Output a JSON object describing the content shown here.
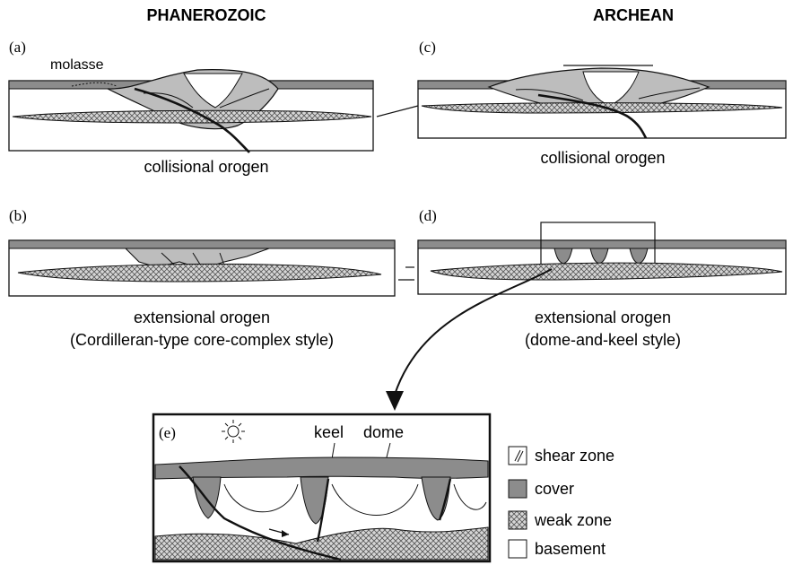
{
  "headers": {
    "left": "PHANEROZOIC",
    "right": "ARCHEAN"
  },
  "panels": {
    "a": {
      "label": "(a)",
      "caption": "collisional orogen",
      "note": "molasse"
    },
    "b": {
      "label": "(b)",
      "caption_line1": "extensional orogen",
      "caption_line2": "(Cordilleran-type core-complex style)"
    },
    "c": {
      "label": "(c)",
      "caption": "collisional orogen"
    },
    "d": {
      "label": "(d)",
      "caption_line1": "extensional orogen",
      "caption_line2": "(dome-and-keel style)"
    },
    "e": {
      "label": "(e)",
      "keel": "keel",
      "dome": "dome"
    }
  },
  "legend": [
    {
      "key": "shear",
      "label": "shear zone"
    },
    {
      "key": "cover",
      "label": "cover"
    },
    {
      "key": "weak",
      "label": "weak zone"
    },
    {
      "key": "basement",
      "label": "basement"
    }
  ],
  "colors": {
    "cover": "#8c8c8c",
    "weak_zone_bg": "#d2d2d2",
    "line": "#111111"
  }
}
